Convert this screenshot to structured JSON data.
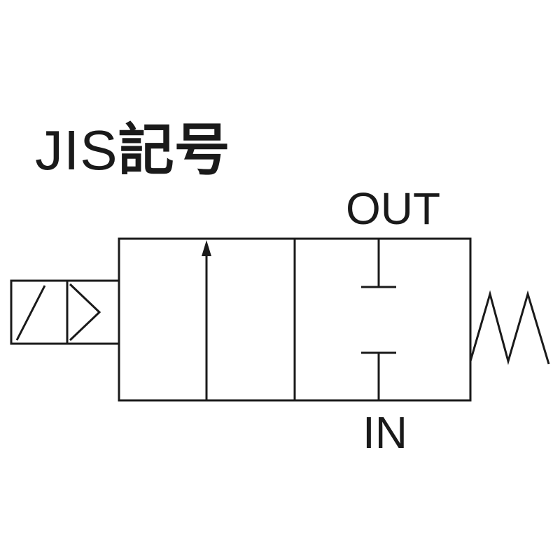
{
  "title": {
    "latin": "JIS",
    "cjk": "記号"
  },
  "ports": {
    "out": "OUT",
    "in": "IN"
  },
  "colors": {
    "stroke": "#1a1a1a",
    "background": "#ffffff"
  }
}
